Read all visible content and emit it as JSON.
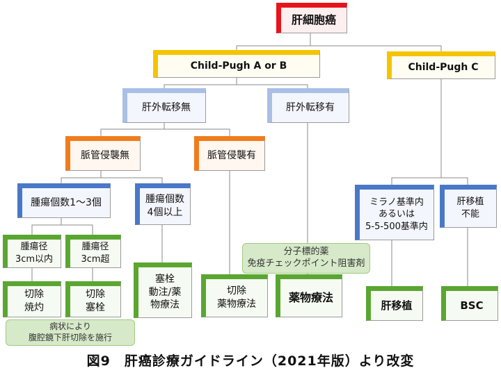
{
  "nodes": {
    "root": "肝細胞癌",
    "cpab": "Child-Pugh A or B",
    "cpc": "Child-Pugh C",
    "no_meta": "肝外転移無",
    "meta": "肝外転移有",
    "no_vi": "脈管侵襲無",
    "vi": "脈管侵襲有",
    "t1_3": "腫瘍個数1～3個",
    "t4": [
      "腫瘍個数",
      "4個以上"
    ],
    "milan_in": [
      "ミラノ基準内",
      "あるいは",
      "5-5-500基準内"
    ],
    "lt_no": [
      "肝移植",
      "不能"
    ],
    "s_le3": [
      "腫瘍径",
      "3cm以内"
    ],
    "s_gt3": [
      "腫瘍径",
      "3cm超"
    ],
    "tx_resect_abl": [
      "切除",
      "焼灼"
    ],
    "tx_resect_emb": [
      "切除",
      "塞栓"
    ],
    "tx_emb_chemo": [
      "塞栓",
      "動注/薬",
      "物療法"
    ],
    "tx_resect_drug": [
      "切除",
      "薬物療法"
    ],
    "tx_drug": "薬物療法",
    "tx_lt": "肝移植",
    "tx_bsc": "BSC"
  },
  "notes": {
    "laparoscopic": [
      "病状により",
      "腹腔鏡下肝切除を施行"
    ],
    "drugs": [
      "分子標的薬",
      "免疫チェックポイント阻害剤"
    ]
  },
  "caption": "図9　肝癌診療ガイドライン（2021年版）より改変",
  "colors": {
    "red": "#e8141c",
    "yellow": "#f5c400",
    "blue": "#4a78c8",
    "light_blue": "#a9bfe6",
    "orange": "#f07c1c",
    "green": "#5aa631",
    "note_fill": "#d6e9c8"
  }
}
